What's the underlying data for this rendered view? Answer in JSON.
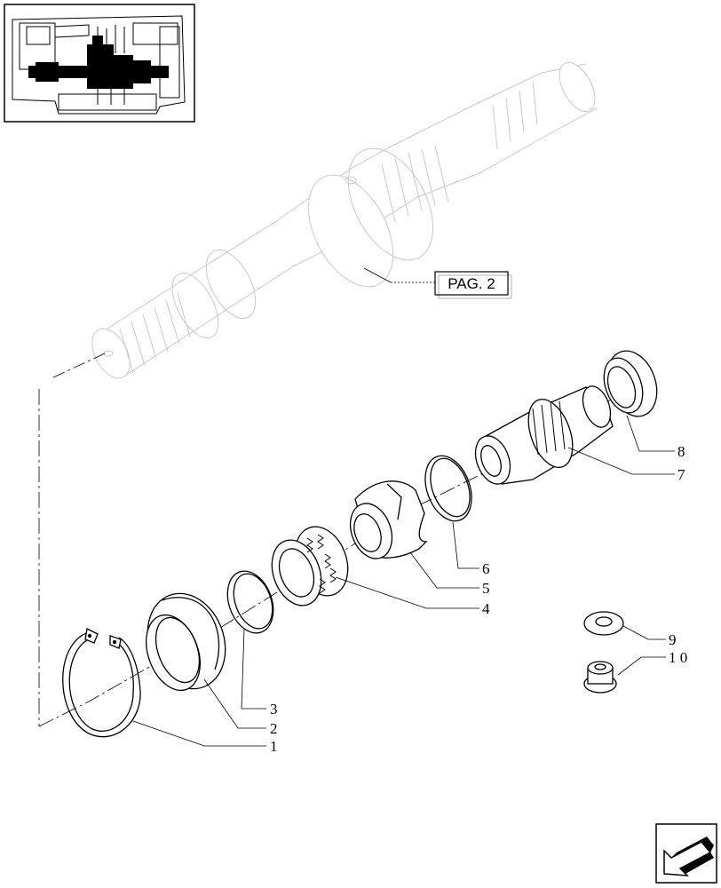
{
  "reference": {
    "label": "PAG. 2"
  },
  "callouts": [
    {
      "id": "1",
      "text": "1"
    },
    {
      "id": "2",
      "text": "2"
    },
    {
      "id": "3",
      "text": "3"
    },
    {
      "id": "4",
      "text": "4"
    },
    {
      "id": "5",
      "text": "5"
    },
    {
      "id": "6",
      "text": "6"
    },
    {
      "id": "7",
      "text": "7"
    },
    {
      "id": "8",
      "text": "8"
    },
    {
      "id": "9",
      "text": "9"
    },
    {
      "id": "10",
      "text": "1 0"
    }
  ],
  "thumbnail": {
    "icon": "assembly-location-thumbnail"
  },
  "navigation": {
    "icon": "next-page-arrow-icon"
  }
}
